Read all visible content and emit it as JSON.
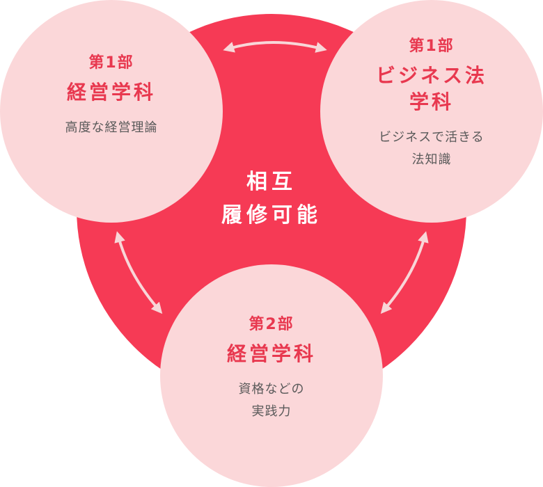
{
  "center": {
    "label": "相互\n履修可能"
  },
  "circles": [
    {
      "division": "第1部",
      "name": "経営学科",
      "description": "高度な経営理論"
    },
    {
      "division": "第1部",
      "name": "ビジネス法\n学科",
      "description": "ビジネスで活きる\n法知識"
    },
    {
      "division": "第2部",
      "name": "経営学科",
      "description": "資格などの\n実践力"
    }
  ],
  "colors": {
    "center_fill": "#f63a55",
    "circle_fill": "#fbd7d9",
    "accent_text": "#e8384f",
    "arrow": "#f8d6d8"
  }
}
